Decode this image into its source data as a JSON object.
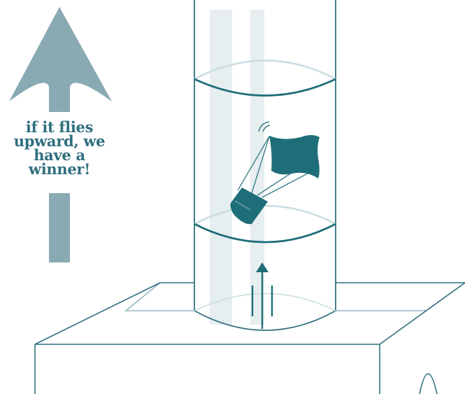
{
  "caption": {
    "line1": "if it flies",
    "line2": "upward, we",
    "line3": "have a",
    "line4": "winner!"
  },
  "colors": {
    "teal_dark": "#1e6e79",
    "teal_line": "#2f6f7e",
    "arrow_gray_blue": "#8aaab3",
    "tube_shadow": "#e6eef0",
    "ellipse_light": "#c9dce1"
  },
  "icons": {
    "big_arrow": "up-arrow-icon",
    "air_arrow": "up-arrow-icon",
    "flag": "flag-icon"
  }
}
